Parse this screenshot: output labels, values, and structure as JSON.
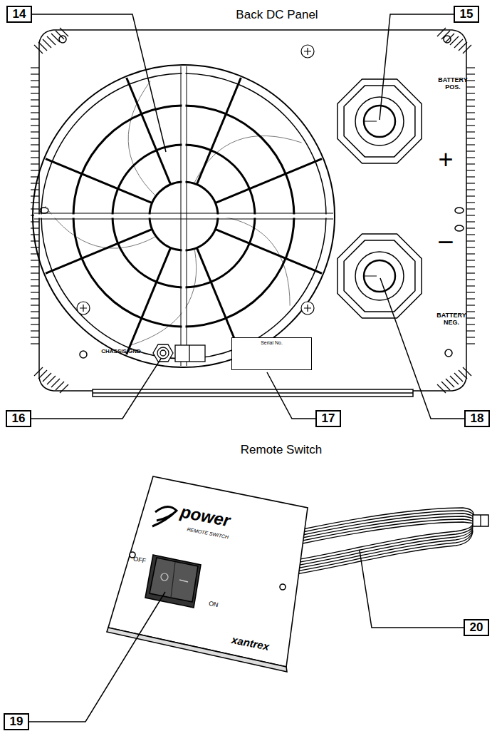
{
  "diagram": {
    "nodes": [
      {
        "text": [
          "Serial No."
        ]
      }
    ],
    "labels": [
      "Back DC Panel",
      "14",
      "15",
      "BATTERY POS.",
      "+",
      "−",
      "BATTERY NEG.",
      "CHASSIS GND",
      "16",
      "17",
      "18",
      "Remote Switch",
      "power",
      "REMOTE SWITCH",
      "OFF",
      "ON",
      "xantrex",
      "19",
      "20"
    ]
  }
}
